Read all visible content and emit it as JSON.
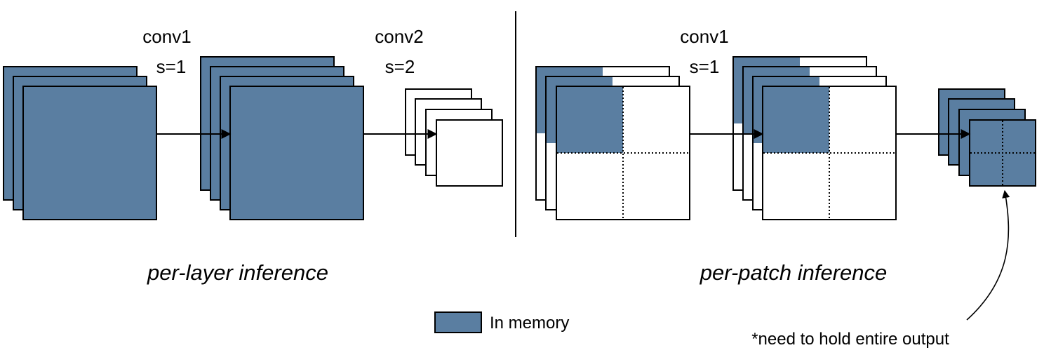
{
  "colors": {
    "memory": "#5a7ea1",
    "stroke": "#000000",
    "empty": "#ffffff"
  },
  "left": {
    "conv1_label": "conv1",
    "conv1_stride": "s=1",
    "conv2_label": "conv2",
    "conv2_stride": "s=2",
    "caption": "per-layer inference"
  },
  "right": {
    "conv1_label": "conv1",
    "conv1_stride": "s=1",
    "caption": "per-patch inference",
    "note": "*need to hold entire output"
  },
  "legend": {
    "label": "In memory"
  }
}
